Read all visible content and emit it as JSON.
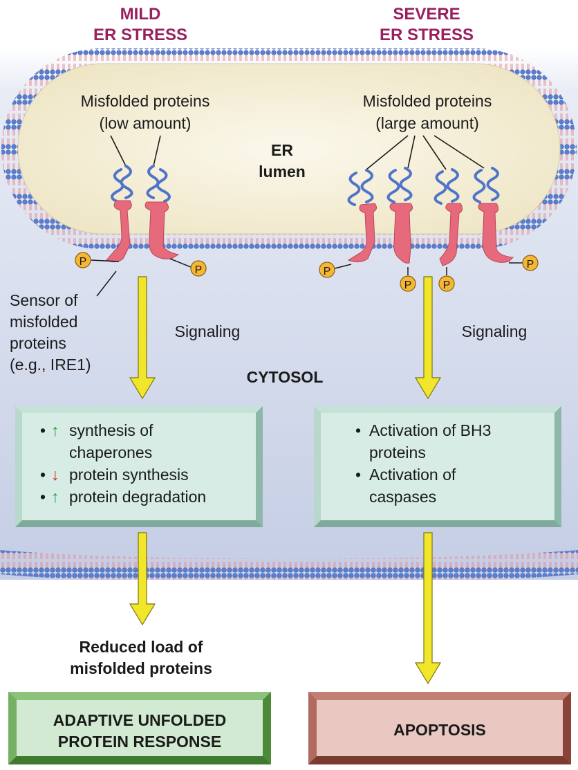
{
  "headers": {
    "mild": [
      "MILD",
      "ER STRESS"
    ],
    "severe": [
      "SEVERE",
      "ER STRESS"
    ]
  },
  "er": {
    "lumen": [
      "ER",
      "lumen"
    ],
    "misfolded_left": [
      "Misfolded proteins",
      "(low amount)"
    ],
    "misfolded_right": [
      "Misfolded proteins",
      "(large amount)"
    ],
    "phospho_label": "P"
  },
  "sensor_label": [
    "Sensor of",
    "misfolded",
    "proteins",
    "(e.g., IRE1)"
  ],
  "signaling_left": "Signaling",
  "signaling_right": "Signaling",
  "cytosol": "CYTOSOL",
  "left_box": {
    "items": [
      {
        "bullet": "•",
        "arrow": "↑",
        "arrow_type": "up",
        "text": "synthesis of"
      },
      {
        "continuation": "chaperones"
      },
      {
        "bullet": "•",
        "arrow": "↓",
        "arrow_type": "down",
        "text": "protein synthesis"
      },
      {
        "bullet": "•",
        "arrow": "↑",
        "arrow_type": "up",
        "text": "protein degradation"
      }
    ]
  },
  "right_box": {
    "items": [
      {
        "bullet": "•",
        "text": "Activation of BH3"
      },
      {
        "continuation": "proteins"
      },
      {
        "bullet": "•",
        "text": "Activation of"
      },
      {
        "continuation": "caspases"
      }
    ]
  },
  "reduced_load": [
    "Reduced load of",
    "misfolded proteins"
  ],
  "outcome_left": [
    "ADAPTIVE UNFOLDED",
    "PROTEIN RESPONSE"
  ],
  "outcome_right": "APOPTOSIS",
  "colors": {
    "header": "#9a1f5f",
    "membrane_head": "#5b7fd0",
    "membrane_tail": "#e7a3a6",
    "lumen": "#f7f1dc",
    "cytosol": "#c9d1e8",
    "sensor": "#e66a7c",
    "misfolded_coil": "#4f74c9",
    "phospho": "#f6b735",
    "arrow": "#f2e62a",
    "box_fill": "#d6ece4",
    "box_bevel": "#9fc6b8",
    "adaptive_fill": "#d1ead1",
    "adaptive_bevel": "#5a9a45",
    "apoptosis_fill": "#eac8c2",
    "apoptosis_bevel": "#9a4b3f"
  }
}
